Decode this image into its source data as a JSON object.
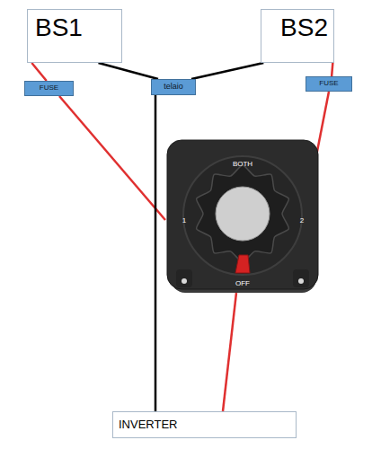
{
  "diagram": {
    "nodes": [
      {
        "text": [
          "BS1"
        ]
      },
      {
        "text": [
          "BS2"
        ]
      },
      {
        "text": [
          "FUSE"
        ]
      },
      {
        "text": [
          "telaio"
        ]
      },
      {
        "text": [
          "FUSE"
        ]
      },
      {
        "text": [
          "INVERTER"
        ]
      }
    ],
    "edges": [
      {
        "from": 0,
        "to": 2,
        "arrow": "none"
      },
      {
        "from": 1,
        "to": 4,
        "arrow": "none"
      },
      {
        "from": 0,
        "to": 3,
        "arrow": "none"
      },
      {
        "from": 1,
        "to": 3,
        "arrow": "none"
      },
      {
        "from": 3,
        "to": 5,
        "arrow": "none"
      }
    ],
    "labels": [
      "BOTH",
      "1",
      "2",
      "OFF"
    ]
  }
}
